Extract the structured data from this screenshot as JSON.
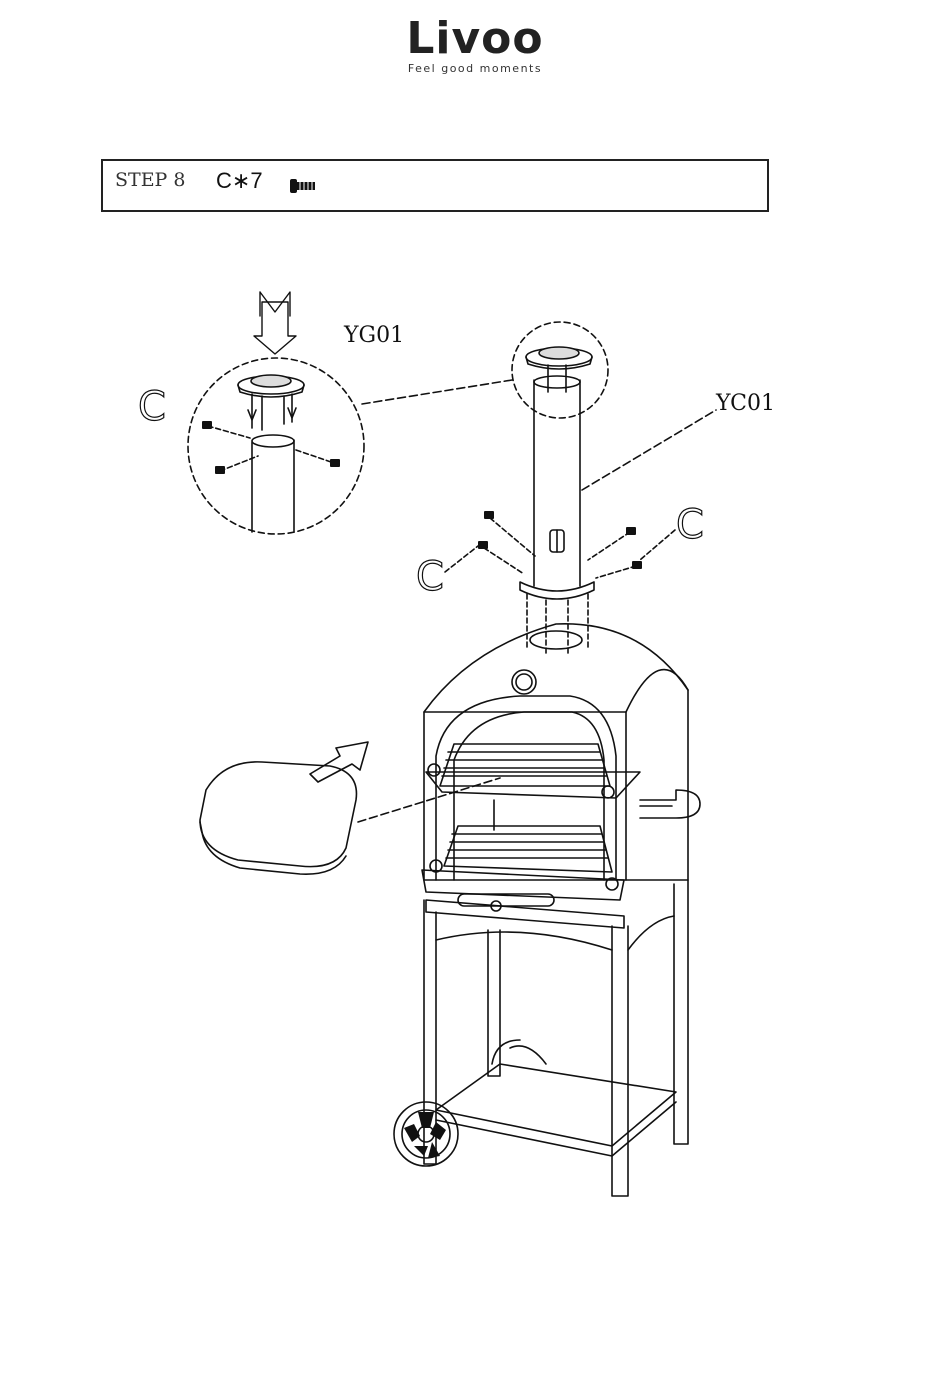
{
  "brand": {
    "name": "Livoo",
    "tagline": "Feel good moments"
  },
  "step": {
    "label": "STEP 8",
    "quantity": "C∗7",
    "hardware_icon": "screw-icon"
  },
  "labels": {
    "cap_part": "YG01",
    "chimney_part": "YC01",
    "arrow_mark": "M",
    "screw_mark_detail": "C",
    "screw_mark_right": "C",
    "screw_mark_left": "C"
  }
}
